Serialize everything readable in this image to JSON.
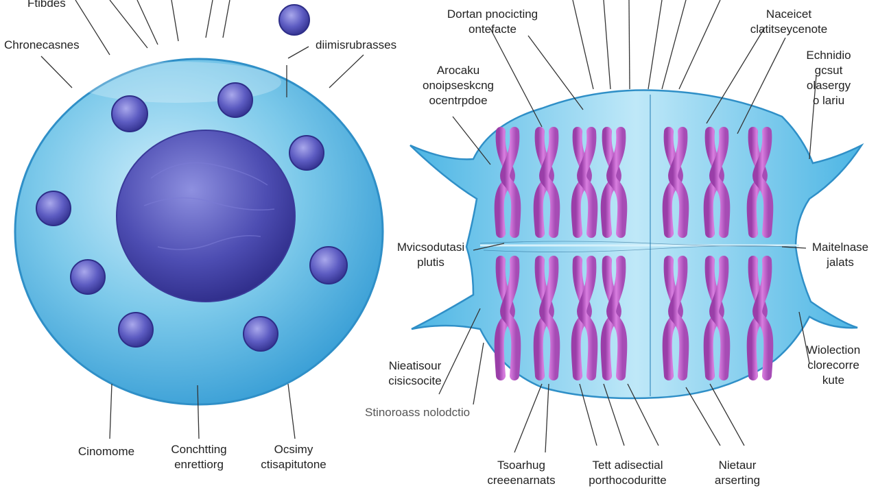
{
  "colors": {
    "cell_fill": "#5ab8e0",
    "cell_edge": "#2f8fc7",
    "nucleus": "#4f4fb0",
    "organelle": "#5c5cc0",
    "chromosome": "#c05ec8",
    "leader_line": "#333333"
  },
  "labels": {
    "top_left_partial": "Ftibdes",
    "chromosomes_left": "Chronecasnes",
    "top_center_left": "diimisrubrasses",
    "bottom_chromome": "Cinomome",
    "bottom_condensing": "Conchtting\nenrettiorg",
    "bottom_ocsimy": "Ocsimy\nctisapitutone",
    "top_center_right": "Dortan pnocicting\nontefacte",
    "arousu": "Arocaku\nonoipseskcng\nocentrpdoe",
    "nacieret": "Naceicet\nclatitseycenote",
    "echnidio": "Echnidio\ngcsut\nolasergy\no lariu",
    "mvicsodutasi": "Mvicsodutasi\nplutis",
    "maitelinase": "Maitelnase\njalats",
    "nieatisour": "Nieatisour\ncisicsocite",
    "stinorrass": "Stinoroass nolodctio",
    "wiolection": "Wiolection\nclorecorre\nkute",
    "tsoarhug": "Tsoarhug\ncreeenarnats",
    "tett_adisecial": "Tett adisectial\nporthocoduritte",
    "nietaur": "Nietaur\narserting"
  }
}
